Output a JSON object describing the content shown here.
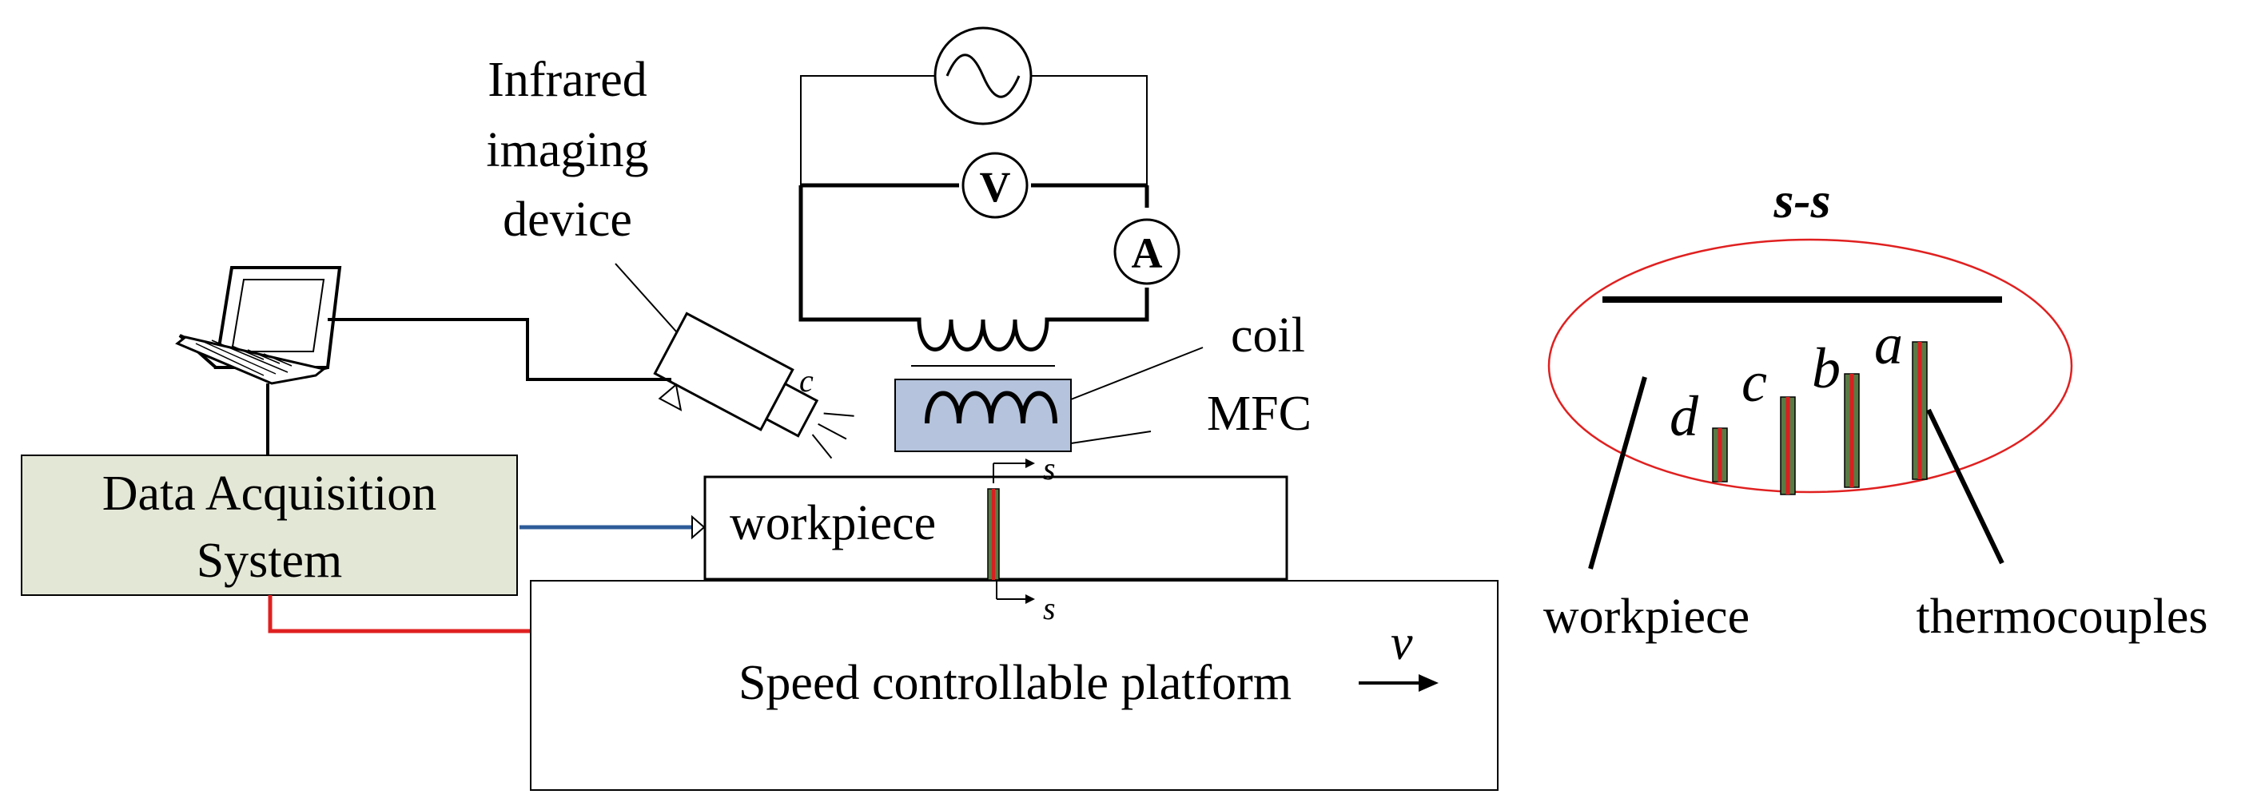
{
  "labels": {
    "infrared_line1": "Infrared",
    "infrared_line2": "imaging",
    "infrared_line3": "device",
    "coil": "coil",
    "mfc": "MFC",
    "daq_line1": "Data Acquisition",
    "daq_line2": "System",
    "workpiece": "workpiece",
    "platform": "Speed controllable platform",
    "velocity": "v",
    "section_mark_top": "s",
    "section_mark_bottom": "s",
    "camera_c": "c",
    "voltmeter": "V",
    "ammeter": "A"
  },
  "section_view": {
    "title": "s-s",
    "thermocouple_labels": [
      "a",
      "b",
      "c",
      "d"
    ],
    "workpiece_label": "workpiece",
    "thermocouples_label": "thermocouples"
  },
  "colors": {
    "daq_fill": "#e3e7d6",
    "mfc_fill": "#b5c3dc",
    "ellipse": "#e02020",
    "signal_red": "#e02020",
    "cable_blue": "#2e5c99",
    "thermocouple_green": "#5a7a44",
    "thermocouple_red": "#d82020"
  }
}
